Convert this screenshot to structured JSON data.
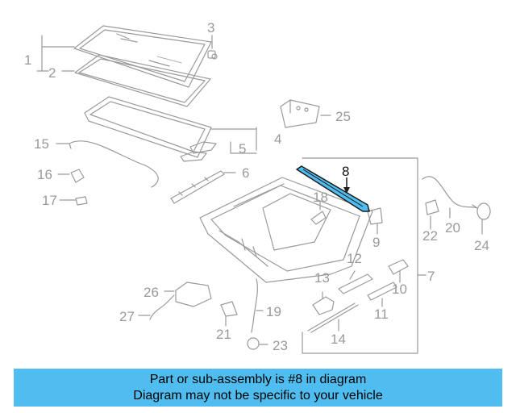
{
  "callouts": {
    "c1": "1",
    "c2": "2",
    "c3": "3",
    "c4": "4",
    "c5": "5",
    "c6": "6",
    "c7": "7",
    "c8": "8",
    "c9": "9",
    "c10": "10",
    "c11": "11",
    "c12": "12",
    "c13": "13",
    "c14": "14",
    "c15": "15",
    "c16": "16",
    "c17": "17",
    "c18": "18",
    "c19": "19",
    "c20": "20",
    "c21": "21",
    "c22": "22",
    "c23": "23",
    "c24": "24",
    "c25": "25",
    "c26": "26",
    "c27": "27"
  },
  "highlight": {
    "part": "8",
    "color": "#4fbdf0"
  },
  "banner": {
    "line1": "Part or sub-assembly is #8 in diagram",
    "line2": "Diagram may not be specific to your vehicle",
    "color": "#4fbdf0"
  }
}
